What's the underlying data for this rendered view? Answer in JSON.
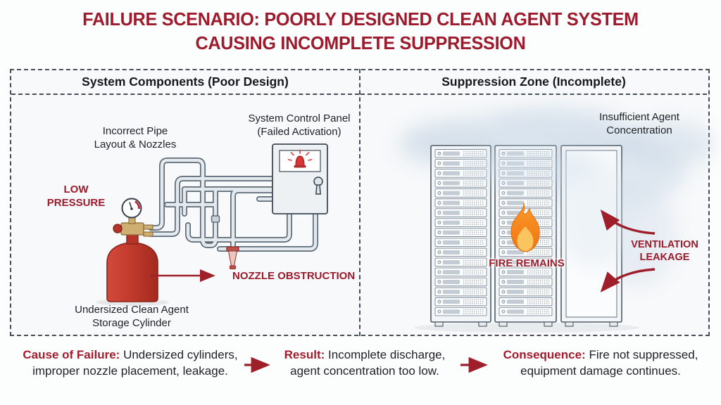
{
  "title": {
    "line1": "FAILURE SCENARIO: POORLY DESIGNED CLEAN AGENT SYSTEM",
    "line2": "CAUSING INCOMPLETE SUPPRESSION"
  },
  "left_panel": {
    "header": "System Components (Poor Design)",
    "pipe_label": {
      "line1": "Incorrect Pipe",
      "line2": "Layout & Nozzles"
    },
    "control_panel_label": {
      "line1": "System Control Panel",
      "line2": "(Failed Activation)"
    },
    "low_pressure": {
      "line1": "LOW",
      "line2": "PRESSURE"
    },
    "nozzle_obstruction": "NOZZLE OBSTRUCTION",
    "cylinder_label": {
      "line1": "Undersized Clean Agent",
      "line2": "Storage Cylinder"
    }
  },
  "right_panel": {
    "header": "Suppression Zone (Incomplete)",
    "agent_label": {
      "line1": "Insufficient Agent",
      "line2": "Concentration"
    },
    "fire_label": "FIRE REMAINS",
    "ventilation_label": {
      "line1": "VENTILATION",
      "line2": "LEAKAGE"
    },
    "racks": [
      {
        "units": 17
      },
      {
        "units": 17
      },
      {
        "units": 0
      }
    ]
  },
  "footer": {
    "cause": {
      "lead": "Cause of Failure:",
      "text": "Undersized cylinders, improper nozzle placement, leakage."
    },
    "result": {
      "lead": "Result:",
      "text": "Incomplete discharge, agent concentration too low."
    },
    "consequence": {
      "lead": "Consequence:",
      "text": "Fire not suppressed, equipment damage continues."
    }
  },
  "colors": {
    "accent_red": "#9e1a2d",
    "arrow_red": "#9e1e2a",
    "text_black": "#1d2126",
    "pipe_outline": "#5d6a77",
    "pipe_fill": "#e4e9ed",
    "cylinder_red": "#c23b2d",
    "flame_orange": "#f0931f",
    "flame_inner": "#fac55f",
    "mist_blue": "#c3d3e3"
  }
}
